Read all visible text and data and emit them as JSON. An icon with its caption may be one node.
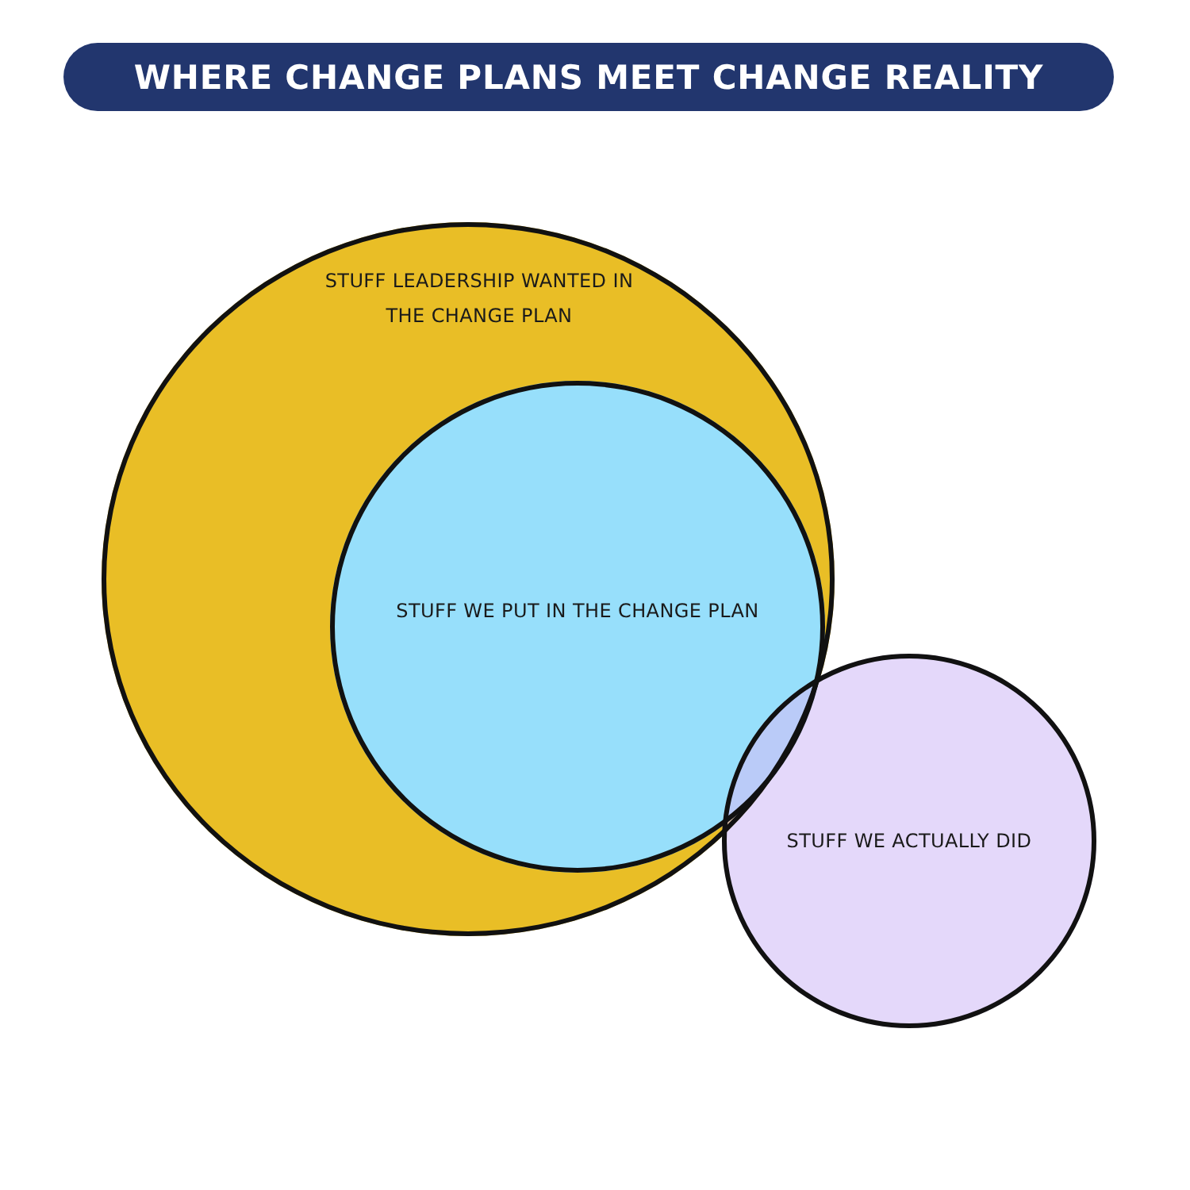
{
  "diagram": {
    "title": "WHERE CHANGE PLANS MEET CHANGE REALITY",
    "nodes": [
      {
        "text": [
          "STUFF LEADERSHIP WANTED IN THE CHANGE PLAN"
        ]
      },
      {
        "text": [
          "STUFF WE PUT IN THE CHANGE PLAN"
        ],
        "in": 0
      },
      {
        "text": [
          "STUFF WE ACTUALLY DID"
        ]
      }
    ]
  }
}
